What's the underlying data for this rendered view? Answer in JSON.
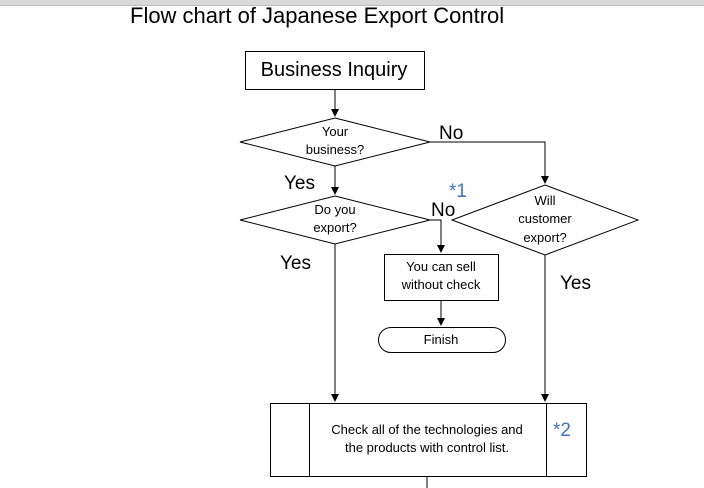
{
  "title": "Flow chart of Japanese Export Control",
  "nodes": {
    "business_inquiry": "Business Inquiry",
    "your_business": [
      "Your",
      "business?"
    ],
    "do_you_export": [
      "Do you",
      "export?"
    ],
    "will_customer_export": [
      "Will",
      "customer",
      "export?"
    ],
    "sell_without_check": [
      "You can sell",
      "without  check"
    ],
    "finish": "Finish",
    "check_products": [
      "Check  all of the technologies  and",
      "the products with control list."
    ]
  },
  "labels": {
    "no_1": "No",
    "yes_1": "Yes",
    "no_2": "No",
    "yes_2": "Yes",
    "yes_3": "Yes"
  },
  "notes": {
    "star1": "*1",
    "star2": "*2"
  },
  "colors": {
    "note_blue": "#4472c4",
    "line": "#000000"
  }
}
